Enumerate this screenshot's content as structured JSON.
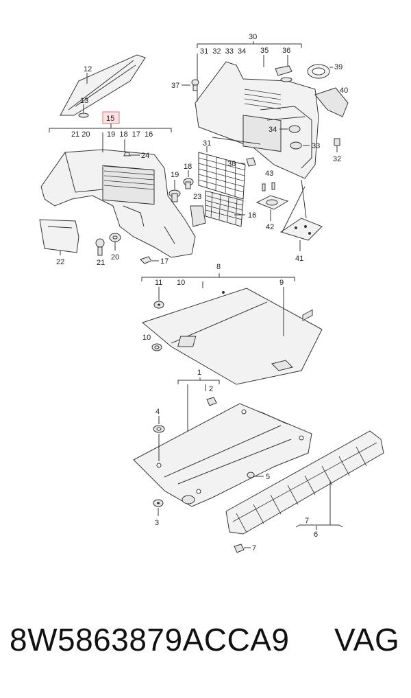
{
  "diagram": {
    "callouts": {
      "c1": "1",
      "c2": "2",
      "c3": "3",
      "c4": "4",
      "c5": "5",
      "c6": "6",
      "c7a": "7",
      "c7b": "7",
      "c8": "8",
      "c9": "9",
      "c10a": "10",
      "c10b": "10",
      "c11": "11",
      "c12": "12",
      "c13": "13",
      "c15": "15",
      "c16": "16",
      "c17": "17",
      "c18": "18",
      "c19": "19",
      "c20": "20",
      "c21": "21",
      "c22": "22",
      "c23": "23",
      "c24": "24",
      "c30": "30",
      "c31": "31",
      "c32": "32",
      "c33": "33",
      "c34": "34",
      "c35": "35",
      "c36": "36",
      "c37": "37",
      "c38": "38",
      "c39": "39",
      "c40": "40",
      "c41": "41",
      "c42": "42",
      "c43": "43"
    },
    "group15": "21 20        19  18  17  16",
    "group30": "31  32  33  34"
  },
  "footer": {
    "part_number": "8W5863879ACCA9",
    "brand": "VAG"
  }
}
